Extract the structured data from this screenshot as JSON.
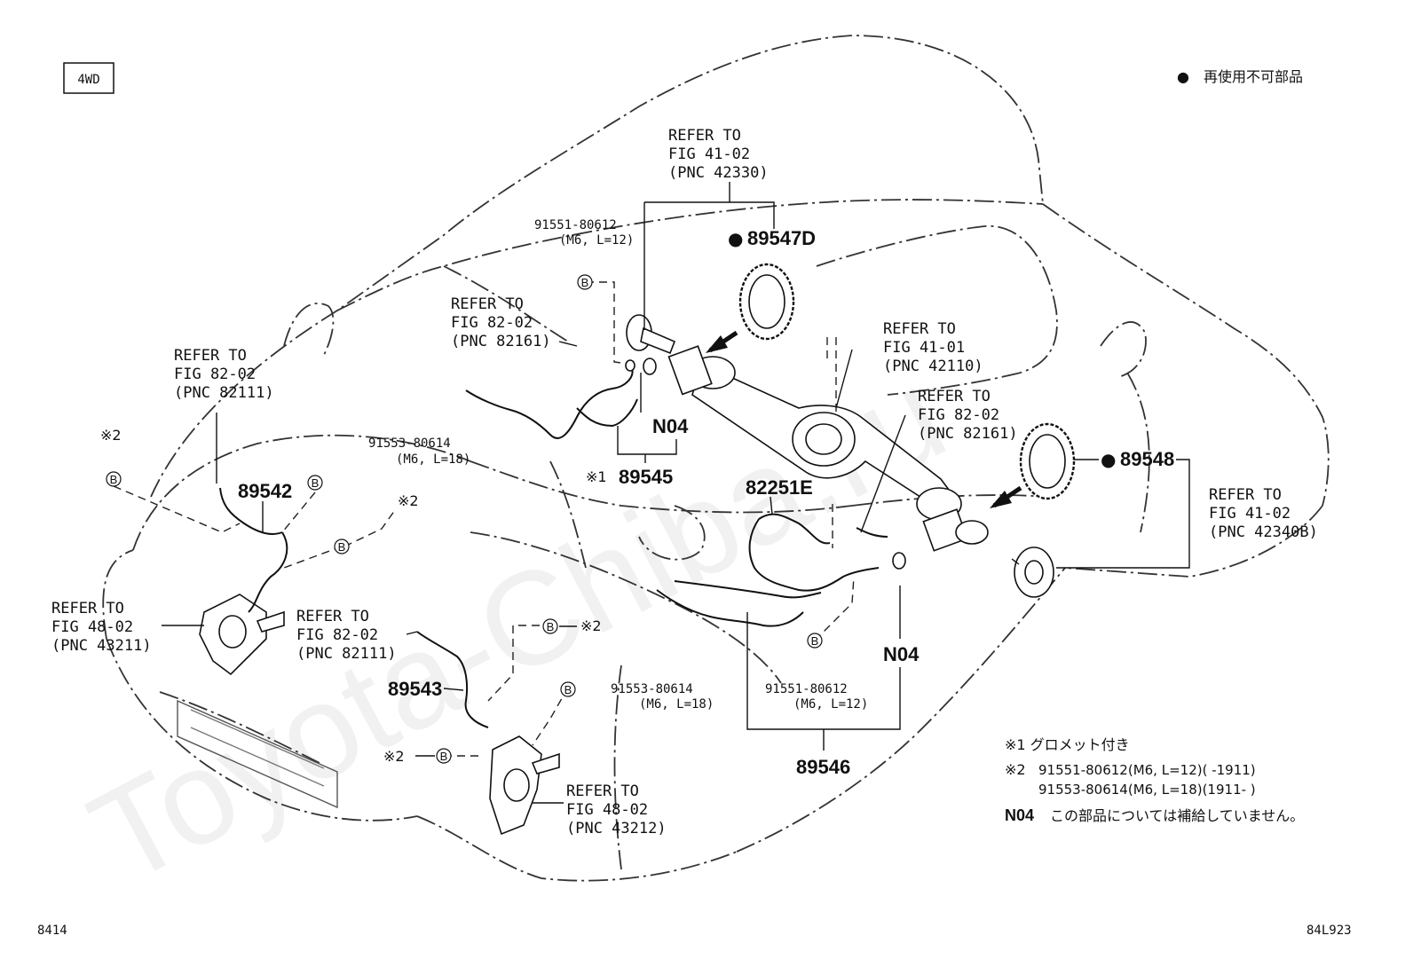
{
  "drive_tag": "4WD",
  "legend_top": {
    "marker": "●",
    "text": "再使用不可部品"
  },
  "watermark": "Toyota-Chiba.ru",
  "callouts": {
    "c1": [
      "REFER TO",
      "FIG 41-02",
      "(PNC 42330)"
    ],
    "c2": [
      "REFER TO",
      "FIG 82-02",
      "(PNC 82161)"
    ],
    "c3": [
      "REFER TO",
      "FIG 82-02",
      "(PNC 82111)"
    ],
    "c4": [
      "REFER TO",
      "FIG 41-01",
      "(PNC 42110)"
    ],
    "c5": [
      "REFER TO",
      "FIG 82-02",
      "(PNC 82161)"
    ],
    "c6": [
      "REFER TO",
      "FIG 41-02",
      "(PNC 42340B)"
    ],
    "c7": [
      "REFER TO",
      "FIG 48-02",
      "(PNC 43211)"
    ],
    "c8": [
      "REFER TO",
      "FIG 82-02",
      "(PNC 82111)"
    ],
    "c9": [
      "REFER TO",
      "FIG 48-02",
      "(PNC 43212)"
    ]
  },
  "parts": {
    "p89547d": "89547D",
    "p89548": "89548",
    "p89545": "89545",
    "p89542": "89542",
    "p89543": "89543",
    "p82251e": "82251E",
    "p89546": "89546",
    "n04a": "N04",
    "n04b": "N04"
  },
  "bolts": {
    "b1": {
      "pn": "91551-80612",
      "spec": "(M6, L=12)"
    },
    "b2": {
      "pn": "91553-80614",
      "spec": "(M6, L=18)"
    },
    "b3": {
      "pn": "91553-80614",
      "spec": "(M6, L=18)"
    },
    "b4": {
      "pn": "91551-80612",
      "spec": "(M6, L=12)"
    }
  },
  "marks": {
    "x1": "※1",
    "x2a": "※2",
    "x2b": "※2",
    "x2c": "※2",
    "x2d": "※2",
    "circle_b": "B",
    "bullet": "●"
  },
  "notes": {
    "n1": "※1  グロメット付き",
    "n2a_mark": "※2",
    "n2a": "91551-80612(M6, L=12)(      -1911)",
    "n2b": "91553-80614(M6, L=18)(1911-      )",
    "n3_code": "N04",
    "n3": "この部品については補給していません。"
  },
  "footer": {
    "left": "8414",
    "right": "84L923"
  }
}
